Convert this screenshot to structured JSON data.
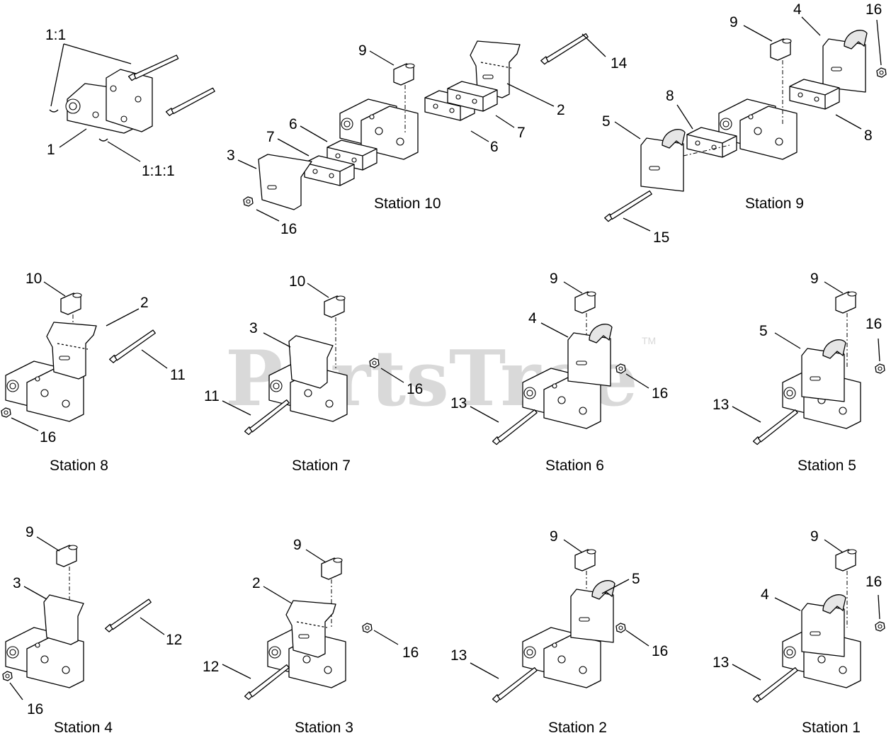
{
  "watermark": {
    "text": "PartsTree",
    "tm": "TM"
  },
  "scale_labels": {
    "ratio_a": "1:1",
    "ratio_b": "1:1:1",
    "part_1": "1"
  },
  "stations": {
    "s10": {
      "caption": "Station 10",
      "callouts": [
        "9",
        "14",
        "2",
        "7",
        "6",
        "7",
        "6",
        "3",
        "16"
      ]
    },
    "s9": {
      "caption": "Station 9",
      "callouts": [
        "9",
        "4",
        "16",
        "8",
        "5",
        "8",
        "15"
      ]
    },
    "s8": {
      "caption": "Station 8",
      "callouts": [
        "10",
        "2",
        "11",
        "16"
      ]
    },
    "s7": {
      "caption": "Station 7",
      "callouts": [
        "10",
        "3",
        "16",
        "11"
      ]
    },
    "s6": {
      "caption": "Station 6",
      "callouts": [
        "9",
        "4",
        "16",
        "13"
      ]
    },
    "s5": {
      "caption": "Station 5",
      "callouts": [
        "9",
        "16",
        "5",
        "13"
      ]
    },
    "s4": {
      "caption": "Station 4",
      "callouts": [
        "9",
        "3",
        "12",
        "16"
      ]
    },
    "s3": {
      "caption": "Station 3",
      "callouts": [
        "9",
        "2",
        "16",
        "12"
      ]
    },
    "s2": {
      "caption": "Station 2",
      "callouts": [
        "9",
        "5",
        "16",
        "13"
      ]
    },
    "s1": {
      "caption": "Station 1",
      "callouts": [
        "9",
        "16",
        "4",
        "13"
      ]
    }
  }
}
